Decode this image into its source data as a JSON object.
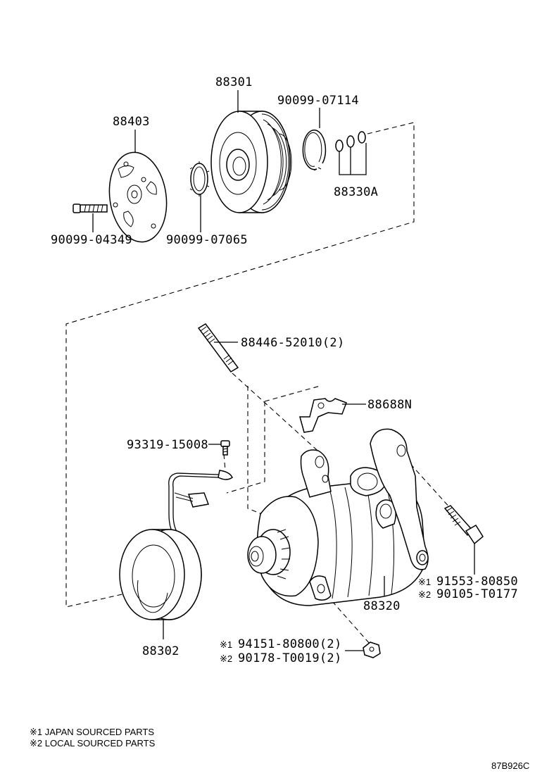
{
  "parts": {
    "p88301": "88301",
    "p88403": "88403",
    "p90099_07114": "90099-07114",
    "p88330A": "88330A",
    "p90099_04349": "90099-04349",
    "p90099_07065": "90099-07065",
    "p88446": "88446-52010(2)",
    "p88688N": "88688N",
    "p93319": "93319-15008",
    "p88320": "88320",
    "p88302": "88302",
    "p91553_mark": "※1",
    "p91553": "91553-80850",
    "p90105_mark": "※2",
    "p90105": "90105-T0177",
    "p94151_mark": "※1",
    "p94151": "94151-80800(2)",
    "p90178_mark": "※2",
    "p90178": "90178-T0019(2)"
  },
  "notes": {
    "note1": "※1 JAPAN SOURCED PARTS",
    "note2": "※2 LOCAL SOURCED PARTS"
  },
  "illustration_id": "87B926C"
}
